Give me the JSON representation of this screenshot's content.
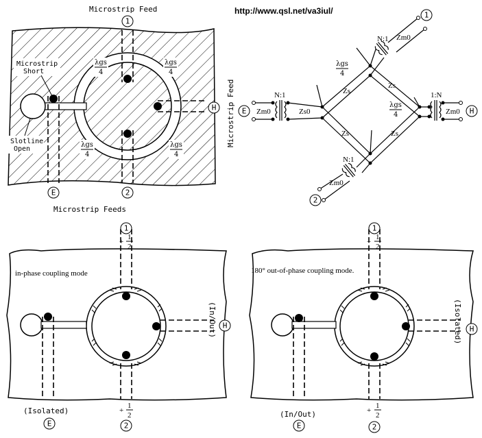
{
  "url": "http://www.qsl.net/va3iul/",
  "top_left": {
    "title": "Microstrip Feed",
    "bottom_label": "Microstrip Feeds",
    "microstrip_short_1": "Microstrip",
    "microstrip_short_2": "Short",
    "slotline_1": "Slotline",
    "slotline_2": "Open",
    "lambda_gs": "λgs",
    "four": "4",
    "port1": "1",
    "port2": "2",
    "portE": "E",
    "portH": "H"
  },
  "top_right": {
    "side_label": "Microstrip Feed",
    "port1": "1",
    "port2": "2",
    "portE": "E",
    "portH": "H",
    "zm0": "Zm0",
    "zs0": "Zs0",
    "zs": "Zs",
    "n1": "N:1",
    "one_n": "1:N",
    "lambda_gs": "λgs",
    "four": "4"
  },
  "bottom_left": {
    "mode": "in-phase coupling mode",
    "port1": "1",
    "port2": "2",
    "portE": "E",
    "portH": "H",
    "amp_top": "+",
    "amp_bottom": "+",
    "half_num": "1",
    "half_den": "2",
    "e_label": "(Isolated)",
    "h_label": "(In/Out)"
  },
  "bottom_right": {
    "mode": "180° out-of-phase coupling mode.",
    "port1": "1",
    "port2": "2",
    "portE": "E",
    "portH": "H",
    "amp_top": "−",
    "amp_bottom": "+",
    "half_num": "1",
    "half_den": "2",
    "e_label": "(In/Out)",
    "h_label": "(Isolated)"
  }
}
